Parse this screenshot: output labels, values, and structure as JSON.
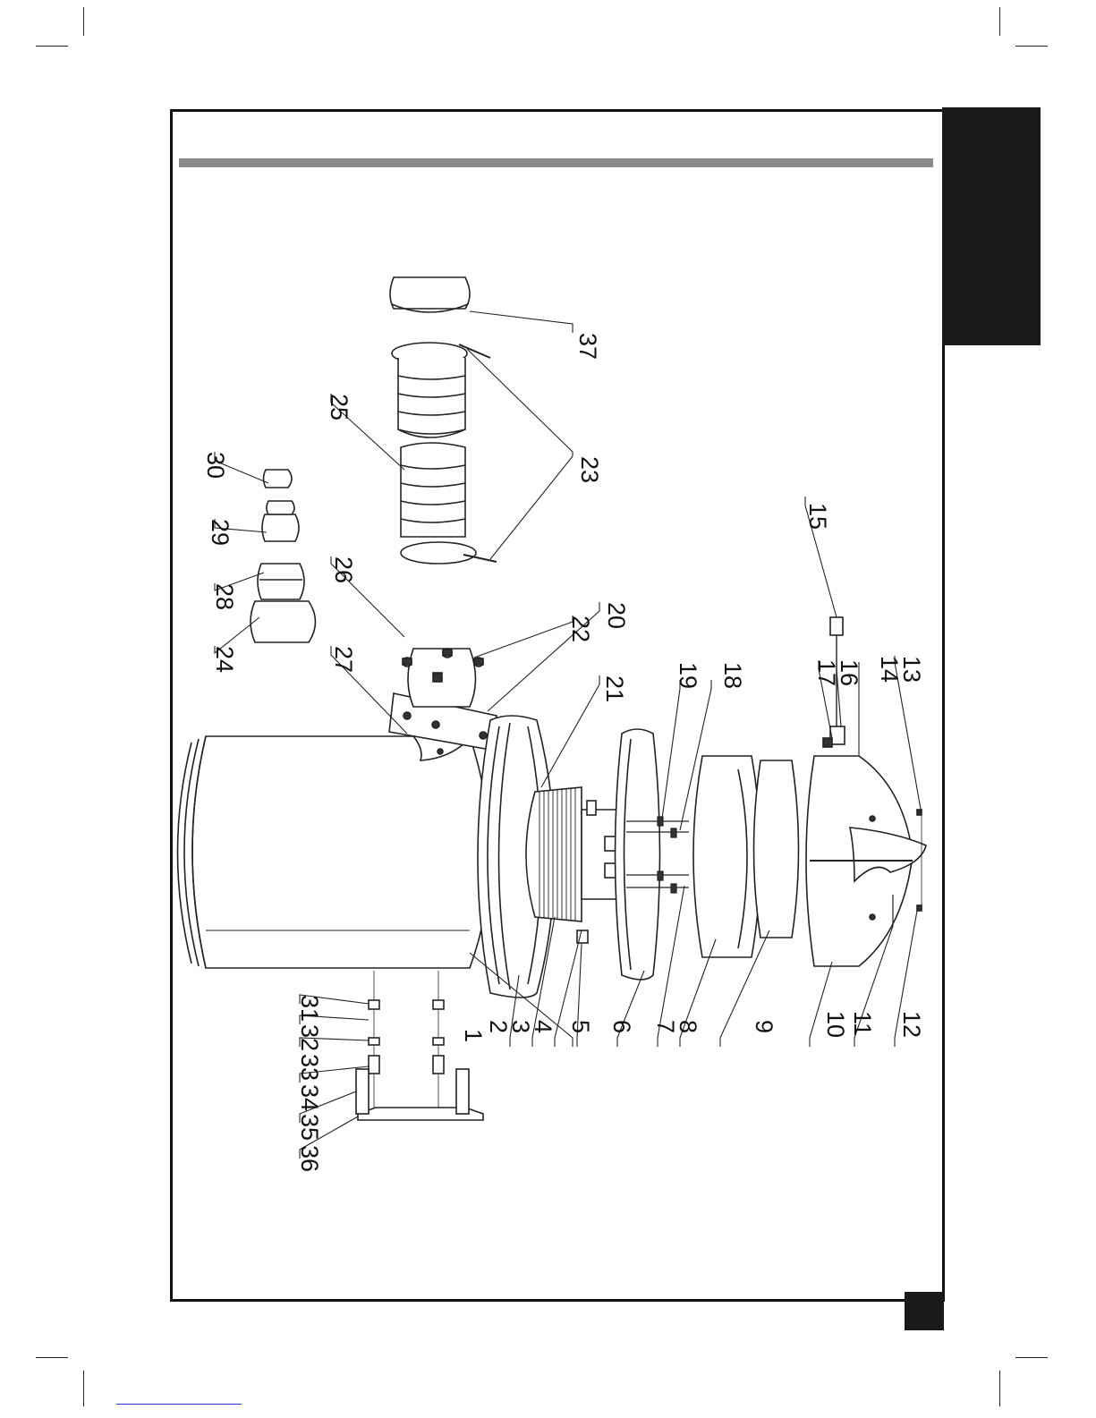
{
  "diagram": {
    "type": "exploded-parts-view",
    "callouts": [
      "1",
      "2",
      "3",
      "4",
      "5",
      "6",
      "7",
      "8",
      "9",
      "10",
      "11",
      "12",
      "13",
      "14",
      "15",
      "16",
      "17",
      "18",
      "19",
      "20",
      "21",
      "22",
      "23",
      "24",
      "25",
      "26",
      "27",
      "28",
      "29",
      "30",
      "31",
      "32",
      "33",
      "34",
      "35",
      "36",
      "37"
    ]
  },
  "colors": {
    "frame": "#111111",
    "header_rule": "#8c8c8c",
    "tab": "#1a1a1a",
    "link_underline": "#1f3fd6"
  }
}
